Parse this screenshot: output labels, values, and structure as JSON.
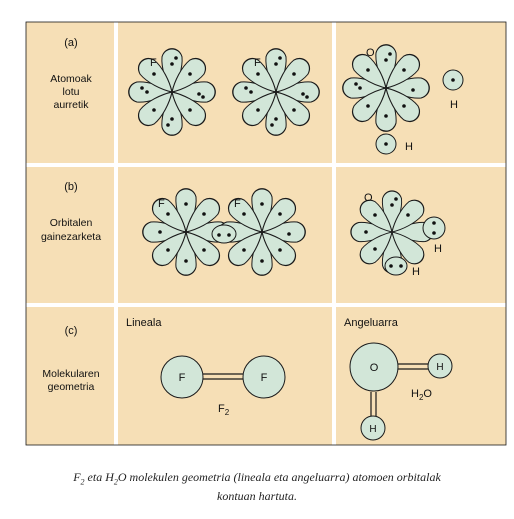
{
  "rows": [
    {
      "tag": "(a)",
      "label_lines": [
        "Atomoak",
        "lotu",
        "aurretik"
      ]
    },
    {
      "tag": "(b)",
      "label_lines": [
        "Orbitalen",
        "gainezarketa"
      ]
    },
    {
      "tag": "(c)",
      "label_lines": [
        "Molekularen",
        "geometria"
      ]
    }
  ],
  "atoms": {
    "fluorine": "F",
    "oxygen": "O",
    "hydrogen": "H"
  },
  "geometry": {
    "linear_label": "Lineala",
    "angular_label": "Angeluarra",
    "f2_label": "F",
    "f2_subscript": "2",
    "h2o_label_prefix": "H",
    "h2o_subscript": "2",
    "h2o_label_suffix": "O"
  },
  "caption": {
    "part1": "F",
    "sub1": "2",
    "part2": " eta H",
    "sub2": "2",
    "part3": "O molekulen geometria (lineala eta angeluarra) atomoen orbitalak",
    "line2": "kontuan hartuta."
  },
  "colors": {
    "panel": "#f6dfb6",
    "lobe": "#d2e6d8",
    "stroke": "#1a1a1a",
    "grid": "#ffffff"
  }
}
